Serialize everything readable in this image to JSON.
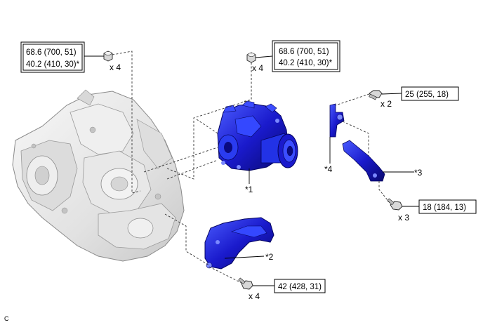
{
  "torque_boxes": [
    {
      "id": "upper-left",
      "lines": [
        "68.6 (700, 51)",
        "40.2 (410, 30)*"
      ]
    },
    {
      "id": "upper-center",
      "lines": [
        "68.6 (700, 51)",
        "40.2 (410, 30)*"
      ]
    },
    {
      "id": "right-top",
      "lines": [
        "25 (255, 18)"
      ]
    },
    {
      "id": "right-bottom",
      "lines": [
        "18 (184, 13)"
      ]
    },
    {
      "id": "bottom",
      "lines": [
        "42 (428, 31)"
      ]
    }
  ],
  "quantities": {
    "upper_left": "x 4",
    "upper_center": "x 4",
    "right_top": "x 2",
    "right_bottom": "x 3",
    "bottom": "x 4"
  },
  "callouts": {
    "transfer": "*1",
    "bracket_lower": "*2",
    "stay_plate": "*3",
    "small_bracket": "*4"
  },
  "corner_mark": "C",
  "colors": {
    "part_blue": "#1a1acc",
    "part_blue_dark": "#0a0a80",
    "part_blue_light": "#5a6cff",
    "housing_gray": "#e6e6e6",
    "housing_stroke": "#8a8a8a"
  }
}
